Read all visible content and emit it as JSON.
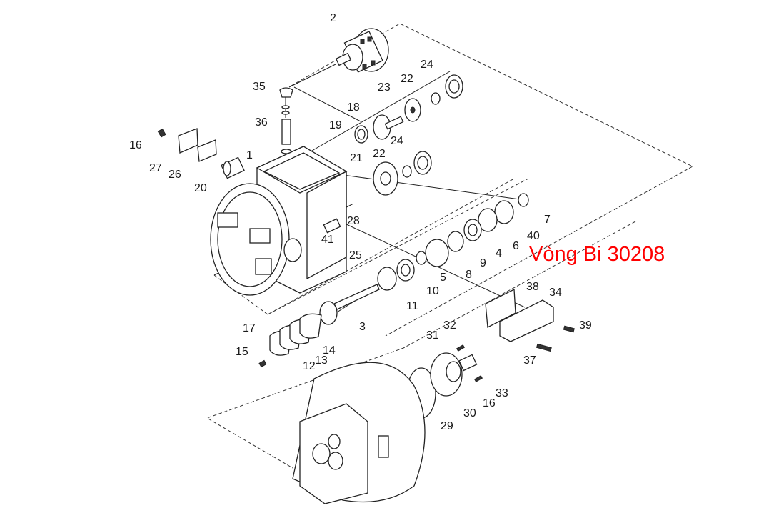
{
  "annotation": "Vòng Bi 30208",
  "callouts": [
    {
      "id": "2",
      "text": "2"
    },
    {
      "id": "24a",
      "text": "24"
    },
    {
      "id": "35",
      "text": "35"
    },
    {
      "id": "22a",
      "text": "22"
    },
    {
      "id": "23",
      "text": "23"
    },
    {
      "id": "18",
      "text": "18"
    },
    {
      "id": "36",
      "text": "36"
    },
    {
      "id": "19",
      "text": "19"
    },
    {
      "id": "16a",
      "text": "16"
    },
    {
      "id": "1",
      "text": "1"
    },
    {
      "id": "24b",
      "text": "24"
    },
    {
      "id": "27",
      "text": "27"
    },
    {
      "id": "26",
      "text": "26"
    },
    {
      "id": "22b",
      "text": "22"
    },
    {
      "id": "21",
      "text": "21"
    },
    {
      "id": "20",
      "text": "20"
    },
    {
      "id": "28",
      "text": "28"
    },
    {
      "id": "7",
      "text": "7"
    },
    {
      "id": "41",
      "text": "41"
    },
    {
      "id": "40",
      "text": "40"
    },
    {
      "id": "6",
      "text": "6"
    },
    {
      "id": "25",
      "text": "25"
    },
    {
      "id": "4",
      "text": "4"
    },
    {
      "id": "9",
      "text": "9"
    },
    {
      "id": "5",
      "text": "5"
    },
    {
      "id": "8",
      "text": "8"
    },
    {
      "id": "10",
      "text": "10"
    },
    {
      "id": "38",
      "text": "38"
    },
    {
      "id": "11",
      "text": "11"
    },
    {
      "id": "34",
      "text": "34"
    },
    {
      "id": "3",
      "text": "3"
    },
    {
      "id": "17",
      "text": "17"
    },
    {
      "id": "39",
      "text": "39"
    },
    {
      "id": "32",
      "text": "32"
    },
    {
      "id": "31",
      "text": "31"
    },
    {
      "id": "14",
      "text": "14"
    },
    {
      "id": "15",
      "text": "15"
    },
    {
      "id": "13",
      "text": "13"
    },
    {
      "id": "12",
      "text": "12"
    },
    {
      "id": "37",
      "text": "37"
    },
    {
      "id": "33",
      "text": "33"
    },
    {
      "id": "16b",
      "text": "16"
    },
    {
      "id": "30",
      "text": "30"
    },
    {
      "id": "29",
      "text": "29"
    }
  ]
}
